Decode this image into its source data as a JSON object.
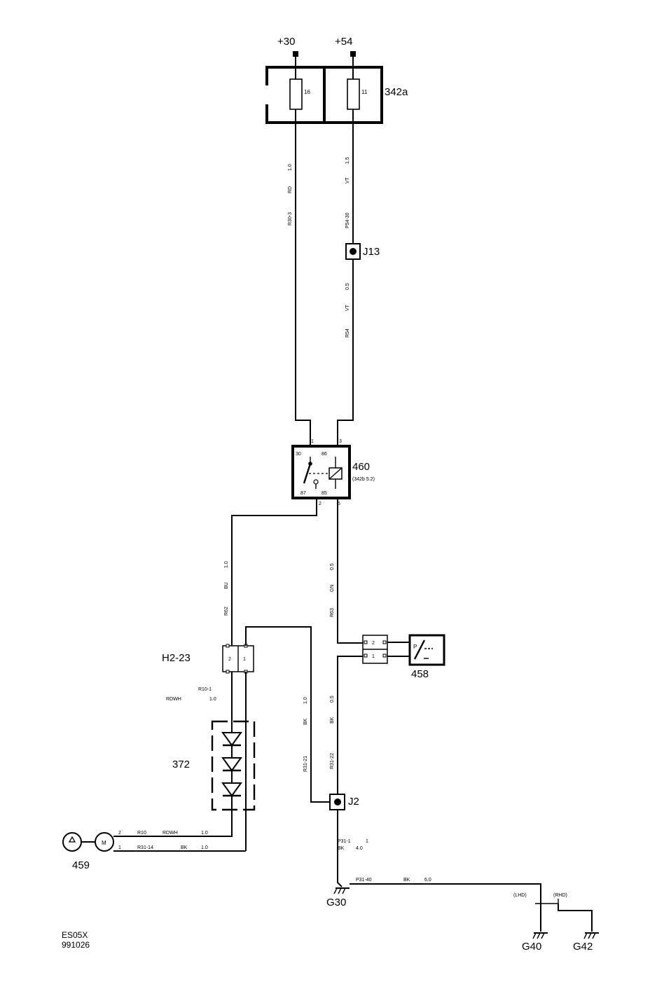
{
  "terminals": {
    "plus30": "+30",
    "plus54": "+54"
  },
  "fusebox": {
    "id": "342a",
    "fuse_left": "16",
    "fuse_right": "11"
  },
  "relay": {
    "id": "460",
    "ref": "(342b 5.2)",
    "pin30": "30",
    "pin86": "86",
    "pin87": "87",
    "pin85": "85",
    "conn1": "1",
    "conn3": "3",
    "conn2": "2",
    "conn5": "5"
  },
  "wires": {
    "w_left_top": {
      "size": "1.0",
      "color": "RD",
      "circuit": "R30-3"
    },
    "w_right_top": {
      "size": "1.5",
      "color": "VT",
      "circuit": "P54-30"
    },
    "w_right_mid": {
      "size": "0.5",
      "color": "VT",
      "circuit": "R54"
    },
    "w_bu": {
      "size": "1.0",
      "color": "BU",
      "circuit": "R62"
    },
    "w_gn": {
      "size": "0.5",
      "color": "GN",
      "circuit": "R63"
    },
    "w_bk1": {
      "size": "1.0",
      "color": "BK",
      "circuit": "R31-21"
    },
    "w_bk2": {
      "size": "0.5",
      "color": "BK",
      "circuit": "R31-22"
    },
    "w_rdwh": {
      "circuit": "R10-1",
      "color": "RDWH",
      "size": "1.0"
    },
    "w_459_2": {
      "pin": "2",
      "circuit": "R10",
      "color": "RDWH",
      "size": "1.0"
    },
    "w_459_1": {
      "pin": "1",
      "circuit": "R31-14",
      "color": "BK",
      "size": "1.0"
    },
    "w_p31_1": {
      "circuit": "P31-1",
      "pin": "1",
      "color": "BK",
      "size": "4.0"
    },
    "w_p31_40": {
      "circuit": "P31-40",
      "color": "BK",
      "size": "6.0"
    }
  },
  "splices": {
    "j13": "J13",
    "j2": "J2"
  },
  "connectors": {
    "h223": "H2-23",
    "h223_pin2": "2",
    "h223_pin1": "1",
    "c458_pin2": "2",
    "c458_pin1": "1"
  },
  "components": {
    "c372": "372",
    "c458": "458",
    "c459": "459",
    "motor_label": "M",
    "switch_label": "P"
  },
  "grounds": {
    "g30": "G30",
    "g40": "G40",
    "g42": "G42",
    "lhd": "(LHD)",
    "rhd": "(RHD)"
  },
  "footer": {
    "code": "ES05X",
    "date": "991026"
  }
}
